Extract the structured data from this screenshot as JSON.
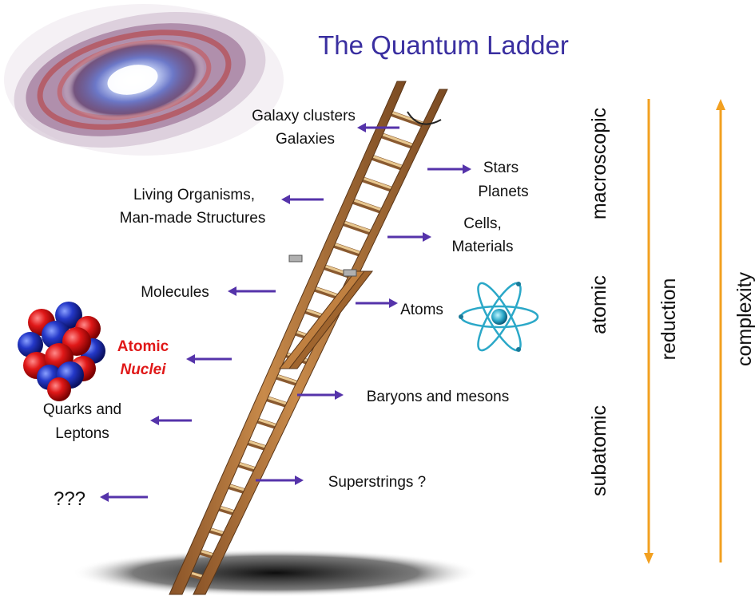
{
  "title": "The Quantum Ladder",
  "colors": {
    "title": "#3a2fa0",
    "arrow": "#5533aa",
    "scale_arrow": "#f2a020",
    "highlight": "#e01818",
    "ladder_wood": "#b8783c",
    "ladder_edge": "#6e4520",
    "rung": "#e8c890"
  },
  "labels": {
    "galaxy_clusters": "Galaxy clusters",
    "galaxies": "Galaxies",
    "stars": "Stars",
    "planets": "Planets",
    "living_organisms": "Living Organisms,",
    "man_made": "Man-made Structures",
    "cells": "Cells,",
    "materials": "Materials",
    "molecules": "Molecules",
    "atoms": "Atoms",
    "atomic": "Atomic",
    "nuclei": "Nuclei",
    "baryons": "Baryons and mesons",
    "quarks": "Quarks and",
    "leptons": "Leptons",
    "superstrings": "Superstrings ?",
    "unknown": "???"
  },
  "scale": {
    "macroscopic": "macroscopic",
    "atomic": "atomic",
    "subatomic": "subatomic",
    "reduction": "reduction",
    "complexity": "complexity"
  },
  "icons": {
    "galaxy": "spiral-galaxy-icon",
    "atom": "atom-icon",
    "nucleus": "nucleus-icon"
  }
}
